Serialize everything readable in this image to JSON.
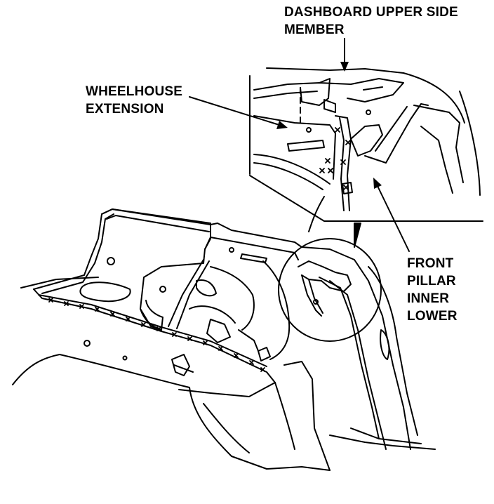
{
  "labels": {
    "dashboard_upper_side_member": {
      "line1": "DASHBOARD UPPER SIDE",
      "line2": "MEMBER"
    },
    "wheelhouse_extension": {
      "line1": "WHEELHOUSE",
      "line2": "EXTENSION"
    },
    "front_pillar_inner_lower": {
      "line1": "FRONT",
      "line2": "PILLAR",
      "line3": "INNER",
      "line4": "LOWER"
    }
  },
  "colors": {
    "ink": "#000000",
    "paper": "#ffffff"
  }
}
